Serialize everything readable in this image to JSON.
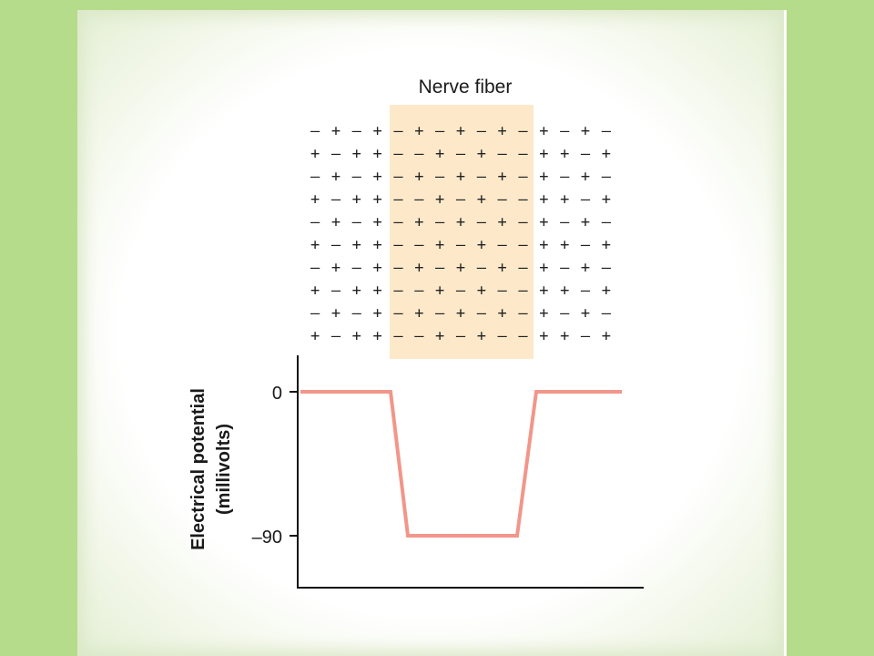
{
  "figure": {
    "title": "Nerve fiber",
    "charge_rows": [
      "–+–+–+–+–+–+–+–",
      "+–++––+–+––++–+",
      "–+–+–+–+–+–+–+–",
      "+–++––+–+––++–+",
      "–+–+–+–+–+–+–+–",
      "+–++––+–+––++–+",
      "–+–+–+–+–+–+–+–",
      "+–++––+–+––++–+",
      "–+–+–+–+–+–+–+–",
      "+–++––+–+––++–+"
    ],
    "highlight_color": "#fde9c9",
    "plot": {
      "ylabel_line1": "Electrical potential",
      "ylabel_line2": "(millivolts)",
      "tick_0": "0",
      "tick_neg90": "–90",
      "trace_color": "#f2968a"
    }
  }
}
